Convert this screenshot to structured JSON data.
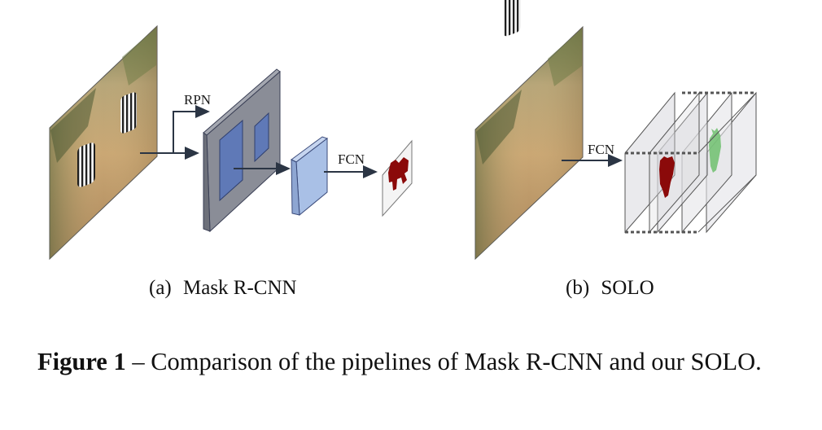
{
  "panel_a": {
    "arrow_labels": {
      "rpn": "RPN",
      "fcn": "FCN"
    },
    "subcaption_tag": "(a)",
    "subcaption_text": "Mask R-CNN"
  },
  "panel_b": {
    "arrow_labels": {
      "fcn": "FCN"
    },
    "subcaption_tag": "(b)",
    "subcaption_text": "SOLO"
  },
  "caption": {
    "label": "Figure 1",
    "dash": " – ",
    "text": "Comparison of the pipelines of Mask R-CNN and our SOLO."
  },
  "colors": {
    "feature_block": "#8a8d97",
    "roi_box": "#5f79b7",
    "small_block": "#a9c0e6",
    "mask_red": "#8b0a0a",
    "mask_green": "#6fbf6f",
    "arrow": "#2b3544"
  }
}
